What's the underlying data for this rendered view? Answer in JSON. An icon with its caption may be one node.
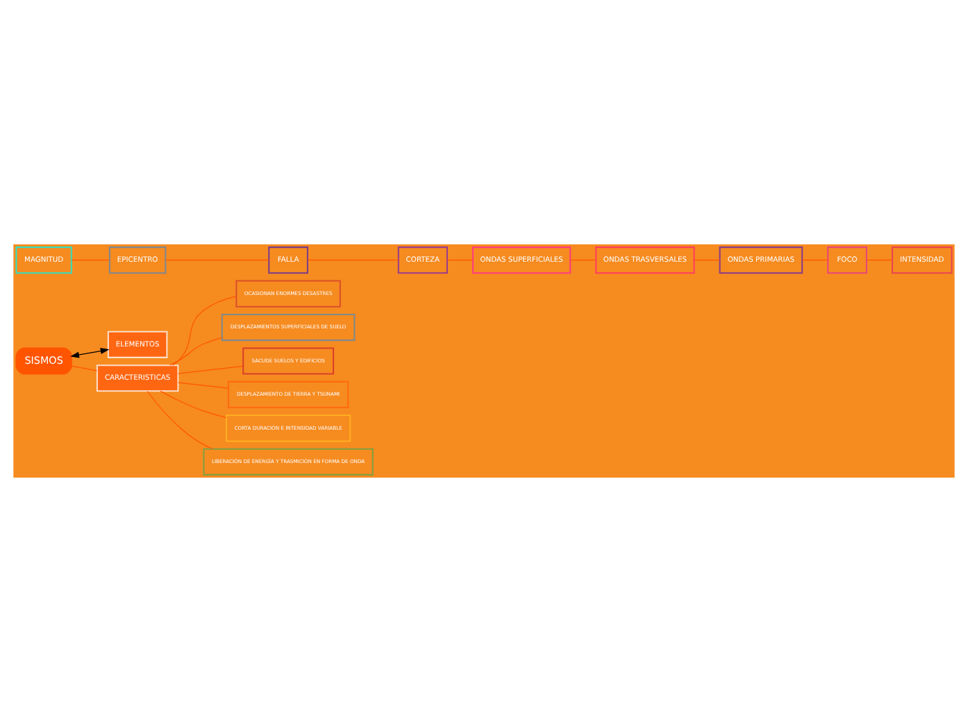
{
  "diagram": {
    "nodes": [
      {
        "text": [
          "SISMOS"
        ]
      },
      {
        "text": [
          "ELEMENTOS"
        ]
      },
      {
        "text": [
          "CARACTERISTICAS"
        ]
      },
      {
        "text": [
          "MAGNITUD"
        ]
      },
      {
        "text": [
          "EPICENTRO"
        ]
      },
      {
        "text": [
          "FALLA"
        ]
      },
      {
        "text": [
          "CORTEZA"
        ]
      },
      {
        "text": [
          "ONDAS SUPERFICIALES"
        ]
      },
      {
        "text": [
          "ONDAS TRASVERSALES"
        ]
      },
      {
        "text": [
          "ONDAS PRIMARIAS"
        ]
      },
      {
        "text": [
          "FOCO"
        ]
      },
      {
        "text": [
          "INTENSIDAD"
        ]
      },
      {
        "text": [
          "OCASIONAN ENORMES DESASTRES"
        ]
      },
      {
        "text": [
          "DESPLAZAMIENTOS SUPERFICIALES DE SUELO"
        ]
      },
      {
        "text": [
          "SACUDE SUELOS Y EDIFICIOS"
        ]
      },
      {
        "text": [
          "DESPLAZAMIENTO DE TIERRA Y TSUNAMI"
        ]
      },
      {
        "text": [
          "CORTA DURACIÓN E INTENSIDAD VARIABLE"
        ]
      },
      {
        "text": [
          "LIBERACIÓN DE ENERGÍA Y TRASMICIÓN EN FORMA DE ONDA"
        ]
      }
    ],
    "edges": [
      {
        "from": 0,
        "to": 1,
        "arrow": "both",
        "color": "#000000"
      },
      {
        "from": 0,
        "to": 2,
        "arrow": "none"
      },
      {
        "from": 3,
        "to": 4,
        "arrow": "none"
      },
      {
        "from": 4,
        "to": 5,
        "arrow": "none"
      },
      {
        "from": 5,
        "to": 6,
        "arrow": "none"
      },
      {
        "from": 6,
        "to": 7,
        "arrow": "none"
      },
      {
        "from": 7,
        "to": 8,
        "arrow": "none"
      },
      {
        "from": 8,
        "to": 9,
        "arrow": "none"
      },
      {
        "from": 9,
        "to": 10,
        "arrow": "none"
      },
      {
        "from": 10,
        "to": 11,
        "arrow": "none"
      },
      {
        "from": 2,
        "to": 12,
        "arrow": "none"
      },
      {
        "from": 2,
        "to": 13,
        "arrow": "none"
      },
      {
        "from": 2,
        "to": 14,
        "arrow": "none"
      },
      {
        "from": 2,
        "to": 15,
        "arrow": "none"
      },
      {
        "from": 2,
        "to": 16,
        "arrow": "none"
      },
      {
        "from": 2,
        "to": 17,
        "arrow": "none"
      }
    ]
  }
}
